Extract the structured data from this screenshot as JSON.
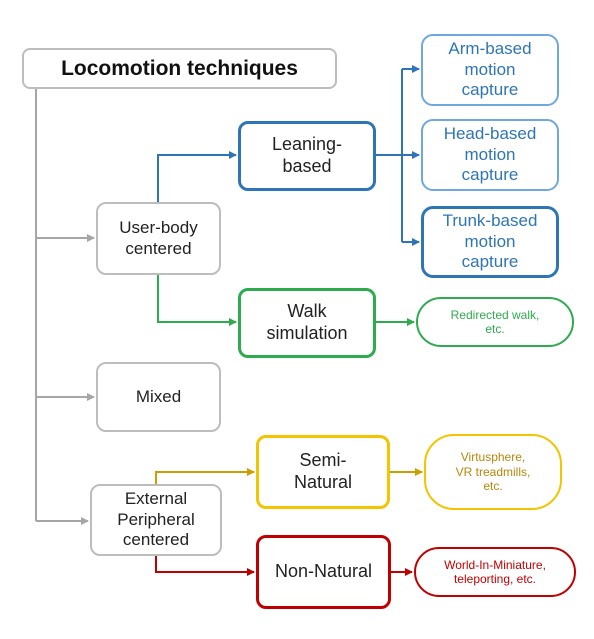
{
  "title": "Locomotion techniques",
  "nodes": {
    "user_body": "User-body\ncentered",
    "mixed": "Mixed",
    "external": "External\nPeripheral\ncentered",
    "leaning": "Leaning-\nbased",
    "walk_sim": "Walk\nsimulation",
    "semi_natural": "Semi-\nNatural",
    "non_natural": "Non-Natural",
    "arm": "Arm-based\nmotion\ncapture",
    "head": "Head-based\nmotion\ncapture",
    "trunk": "Trunk-based\nmotion\ncapture",
    "redirected": "Redirected walk,\netc.",
    "virtusphere": "Virtusphere,\nVR treadmills,\netc.",
    "wim": "World-In-Miniature,\nteleporting,  etc."
  },
  "colors": {
    "gray": "#a6a6a6",
    "blue": "#2e75b6",
    "green": "#2eaa4f",
    "yellow": "#c9a000",
    "red": "#c00000"
  }
}
